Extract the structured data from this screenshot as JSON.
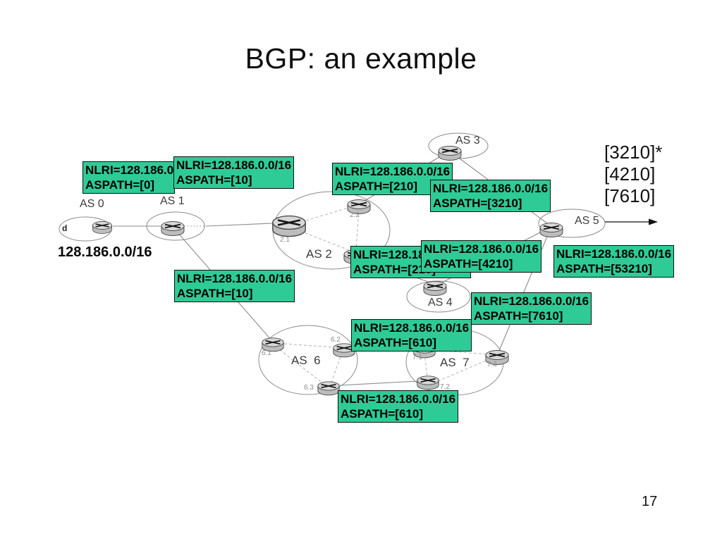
{
  "slide": {
    "title": "BGP: an example",
    "page_number": "17",
    "network_label": "128.186.0.0/16",
    "host_label": "d",
    "rib": {
      "line1": "[3210]*",
      "line2": "[4210]",
      "line3": "[7610]"
    }
  },
  "as_labels": {
    "as0": "AS 0",
    "as1": "AS 1",
    "as2": "AS 2",
    "as3": "AS 3",
    "as4": "AS 4",
    "as5": "AS 5",
    "as6": "AS  6",
    "as7": "AS  7"
  },
  "router_labels": {
    "r21": "2.1",
    "r22": "2.2",
    "r61": "6.1",
    "r62": "6.2",
    "r63": "6.3",
    "r71": "7.1",
    "r72": "7.2",
    "r73": "7.3"
  },
  "advertisements": {
    "as0_to_as1": {
      "nlri": "NLRI=128.186.0.0/16",
      "aspath": "ASPATH=[0]"
    },
    "as1_to_as2": {
      "nlri": "NLRI=128.186.0.0/16",
      "aspath": "ASPATH=[10]"
    },
    "as2_to_as3": {
      "nlri": "NLRI=128.186.0.0/16",
      "aspath": "ASPATH=[210]"
    },
    "as3_to_as5": {
      "nlri": "NLRI=128.186.0.0/16",
      "aspath": "ASPATH=[3210]"
    },
    "as2_to_as4": {
      "nlri": "NLRI=128.186.0.0/16",
      "aspath": "ASPATH=[210]"
    },
    "as4_to_as5": {
      "nlri": "NLRI=128.186.0.0/16",
      "aspath": "ASPATH=[4210]"
    },
    "as5_out": {
      "nlri": "NLRI=128.186.0.0/16",
      "aspath": "ASPATH=[53210]"
    },
    "as1_to_as6": {
      "nlri": "NLRI=128.186.0.0/16",
      "aspath": "ASPATH=[10]"
    },
    "as7_to_as5": {
      "nlri": "NLRI=128.186.0.0/16",
      "aspath": "ASPATH=[7610]"
    },
    "as6_to_as7_upper": {
      "nlri": "NLRI=128.186.0.0/16",
      "aspath": "ASPATH=[610]"
    },
    "as6_to_as7_lower": {
      "nlri": "NLRI=128.186.0.0/16",
      "aspath": "ASPATH=[610]"
    }
  },
  "colors": {
    "box_fill": "#2fcb97",
    "box_border": "#101010",
    "line_gray": "#8a8a8a"
  }
}
